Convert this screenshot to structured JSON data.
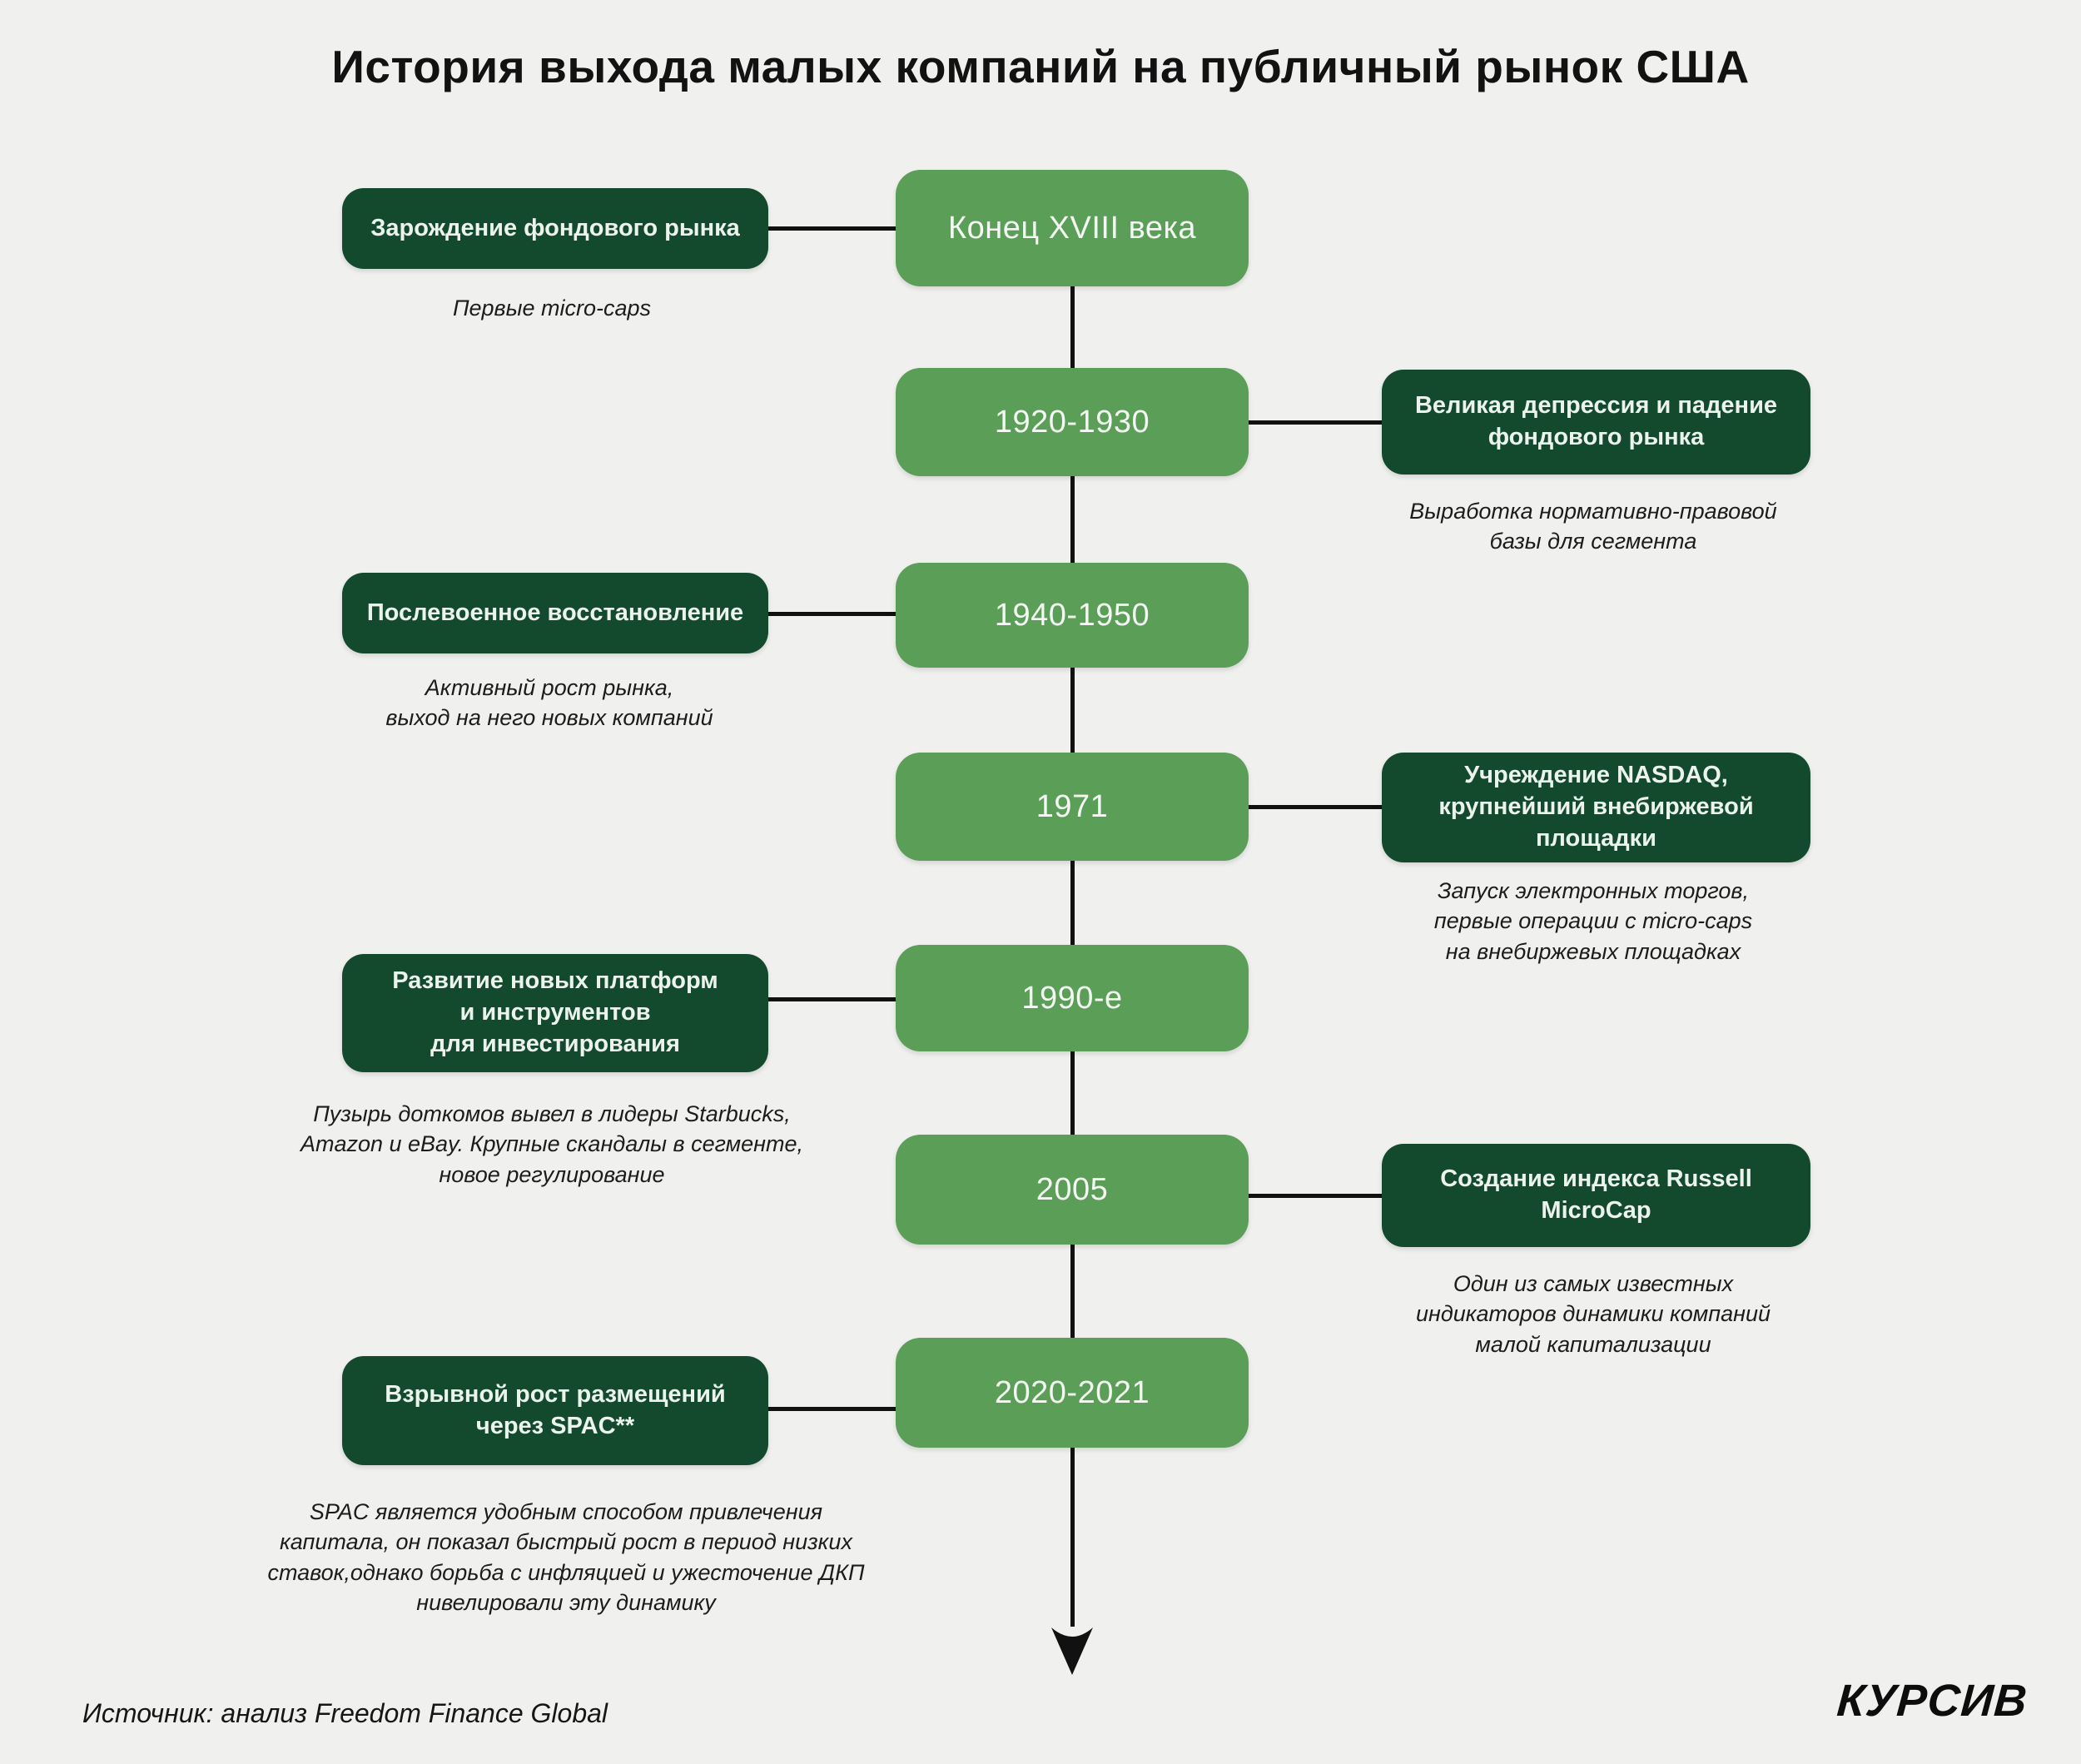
{
  "title": "История выхода малых компаний на публичный рынок США",
  "colors": {
    "background": "#f0f0ee",
    "timeline_box_green": "#5b9e58",
    "event_box_dark_green": "#134a2e",
    "line_black": "#111111"
  },
  "timeline": {
    "rows": [
      {
        "date": "Конец XVIII века",
        "side": "left",
        "event": "Зарождение фондового рынка",
        "note": "Первые micro-caps"
      },
      {
        "date": "1920-1930",
        "side": "right",
        "event": "Великая депрессия и падение\nфондового рынка",
        "note": "Выработка нормативно-правовой\nбазы для сегмента"
      },
      {
        "date": "1940-1950",
        "side": "left",
        "event": "Послевоенное восстановление",
        "note": "Активный рост рынка,\nвыход на него новых компаний"
      },
      {
        "date": "1971",
        "side": "right",
        "event": "Учреждение NASDAQ,\nкрупнейший внебиржевой\nплощадки",
        "note": "Запуск электронных торгов,\nпервые операции с micro-caps\nна внебиржевых площадках"
      },
      {
        "date": "1990-е",
        "side": "left",
        "event": "Развитие новых платформ\nи инструментов\nдля инвестирования",
        "note": "Пузырь доткомов вывел в лидеры Starbucks,\nAmazon и eBay. Крупные скандалы в сегменте,\nновое регулирование"
      },
      {
        "date": "2005",
        "side": "right",
        "event": "Создание индекса Russell\nMicroCap",
        "note": "Один из самых известных\nиндикаторов динамики компаний\nмалой капитализации"
      },
      {
        "date": "2020-2021",
        "side": "left",
        "event": "Взрывной рост размещений\nчерез SPAC**",
        "note": "SPAC является удобным способом привлечения\nкапитала, он показал быстрый рост в период низких\nставок,однако борьба с инфляцией и ужесточение ДКП\nнивелировали эту динамику"
      }
    ]
  },
  "footer": {
    "source": "Источник: анализ Freedom Finance Global",
    "logo": "КУРСИВ"
  }
}
